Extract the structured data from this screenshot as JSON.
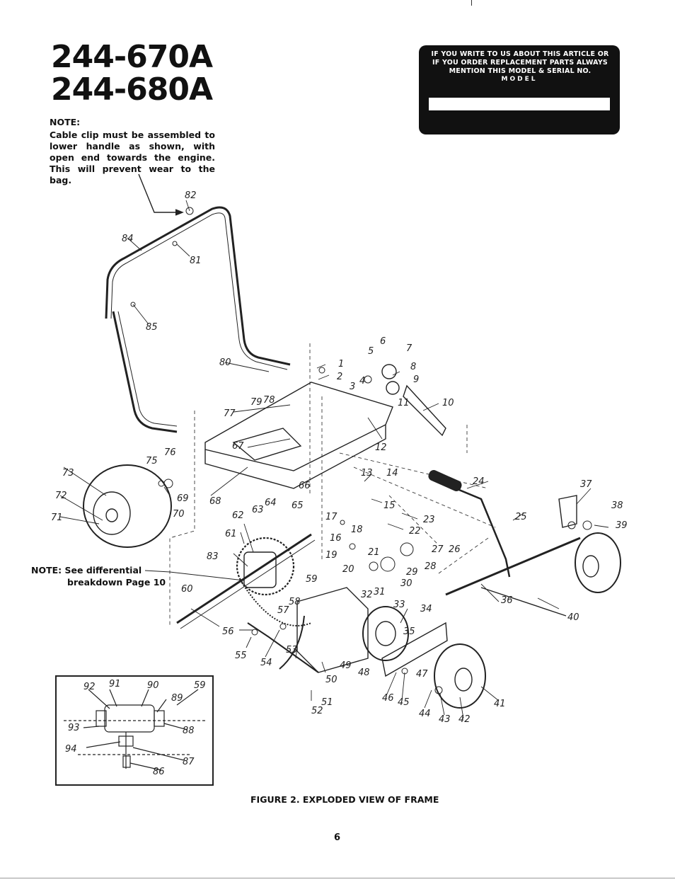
{
  "models": [
    "244-670A",
    "244-680A"
  ],
  "note": {
    "heading": "NOTE:",
    "text": "Cable clip must be assembled to lower handle as shown, with open end towards the engine. This will prevent wear to the bag."
  },
  "notice": {
    "text": "IF YOU WRITE TO US ABOUT THIS ARTICLE OR IF YOU ORDER REPLACEMENT PARTS ALWAYS MENTION THIS MODEL & SERIAL NO.",
    "label": "MODEL",
    "serial_value": ""
  },
  "side_note": {
    "line1": "NOTE: See differential",
    "line2": "breakdown Page 10"
  },
  "callouts": {
    "c1": "1",
    "c2": "2",
    "c3": "3",
    "c4": "4",
    "c5": "5",
    "c6": "6",
    "c7": "7",
    "c8": "8",
    "c9": "9",
    "c10": "10",
    "c11": "11",
    "c12": "12",
    "c13": "13",
    "c14": "14",
    "c15": "15",
    "c16": "16",
    "c17": "17",
    "c18": "18",
    "c19": "19",
    "c20": "20",
    "c21": "21",
    "c22": "22",
    "c23": "23",
    "c24": "24",
    "c25": "25",
    "c26": "26",
    "c27": "27",
    "c28": "28",
    "c29": "29",
    "c30": "30",
    "c31": "31",
    "c32": "32",
    "c33": "33",
    "c34": "34",
    "c35": "35",
    "c36": "36",
    "c37": "37",
    "c38": "38",
    "c39": "39",
    "c40": "40",
    "c41": "41",
    "c42": "42",
    "c43": "43",
    "c44": "44",
    "c45": "45",
    "c46": "46",
    "c47": "47",
    "c48": "48",
    "c49": "49",
    "c50": "50",
    "c51": "51",
    "c52": "52",
    "c53": "53",
    "c54": "54",
    "c55": "55",
    "c56": "56",
    "c57": "57",
    "c58": "58",
    "c59": "59",
    "c60": "60",
    "c61": "61",
    "c62": "62",
    "c63": "63",
    "c64": "64",
    "c65": "65",
    "c66": "66",
    "c67": "67",
    "c68": "68",
    "c69": "69",
    "c70": "70",
    "c71": "71",
    "c72": "72",
    "c73": "73",
    "c75": "75",
    "c76": "76",
    "c77": "77",
    "c78": "78",
    "c79": "79",
    "c80": "80",
    "c81": "81",
    "c82": "82",
    "c83": "83",
    "c84": "84",
    "c85": "85"
  },
  "inset_callouts": {
    "c59": "59",
    "c86": "86",
    "c87": "87",
    "c88": "88",
    "c89": "89",
    "c90": "90",
    "c91": "91",
    "c92": "92",
    "c93": "93",
    "c94": "94"
  },
  "caption": "FIGURE 2. EXPLODED VIEW OF FRAME",
  "page_number": "6"
}
